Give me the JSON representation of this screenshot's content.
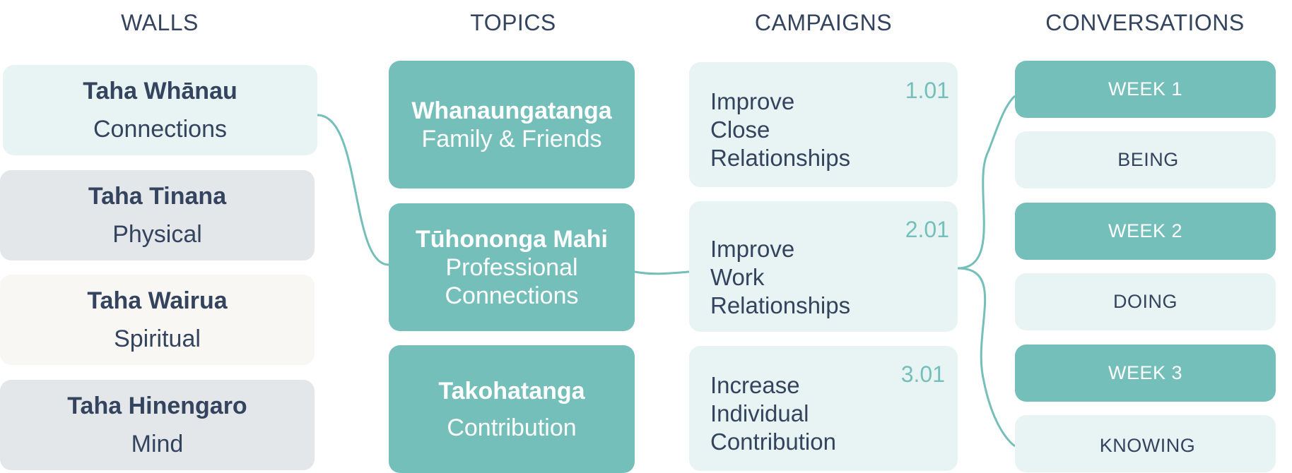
{
  "columns": {
    "walls": "WALLS",
    "topics": "TOPICS",
    "campaigns": "CAMPAIGNS",
    "conversations": "CONVERSATIONS"
  },
  "walls": [
    {
      "title": "Taha Whānau",
      "subtitle": "Connections",
      "bg": "#e8f4f3"
    },
    {
      "title": "Taha Tinana",
      "subtitle": "Physical",
      "bg": "#e3e7ea"
    },
    {
      "title": "Taha Wairua",
      "subtitle": "Spiritual",
      "bg": "#f8f7f3"
    },
    {
      "title": "Taha Hinengaro",
      "subtitle": "Mind",
      "bg": "#e3e7ea"
    }
  ],
  "topics": [
    {
      "title": "Whanaungatanga",
      "line1": "Family & Friends",
      "line2": ""
    },
    {
      "title": "Tūhononga Mahi",
      "line1": "Professional",
      "line2": "Connections"
    },
    {
      "title": "Takohatanga",
      "line1": "Contribution",
      "line2": ""
    }
  ],
  "campaigns": [
    {
      "code": "1.01",
      "lines": [
        "Improve",
        "Close",
        "Relationships"
      ]
    },
    {
      "code": "2.01",
      "lines": [
        "Improve",
        "Work",
        "Relationships"
      ]
    },
    {
      "code": "3.01",
      "lines": [
        "Increase",
        "Individual",
        "Contribution"
      ]
    }
  ],
  "conversations": [
    "WEEK 1",
    "BEING",
    "WEEK 2",
    "DOING",
    "WEEK 3",
    "KNOWING"
  ],
  "colors": {
    "accent": "#74bfba",
    "light_teal": "#e8f4f3",
    "grey": "#e3e7ea",
    "cream": "#f8f7f3",
    "text": "#34435e"
  }
}
